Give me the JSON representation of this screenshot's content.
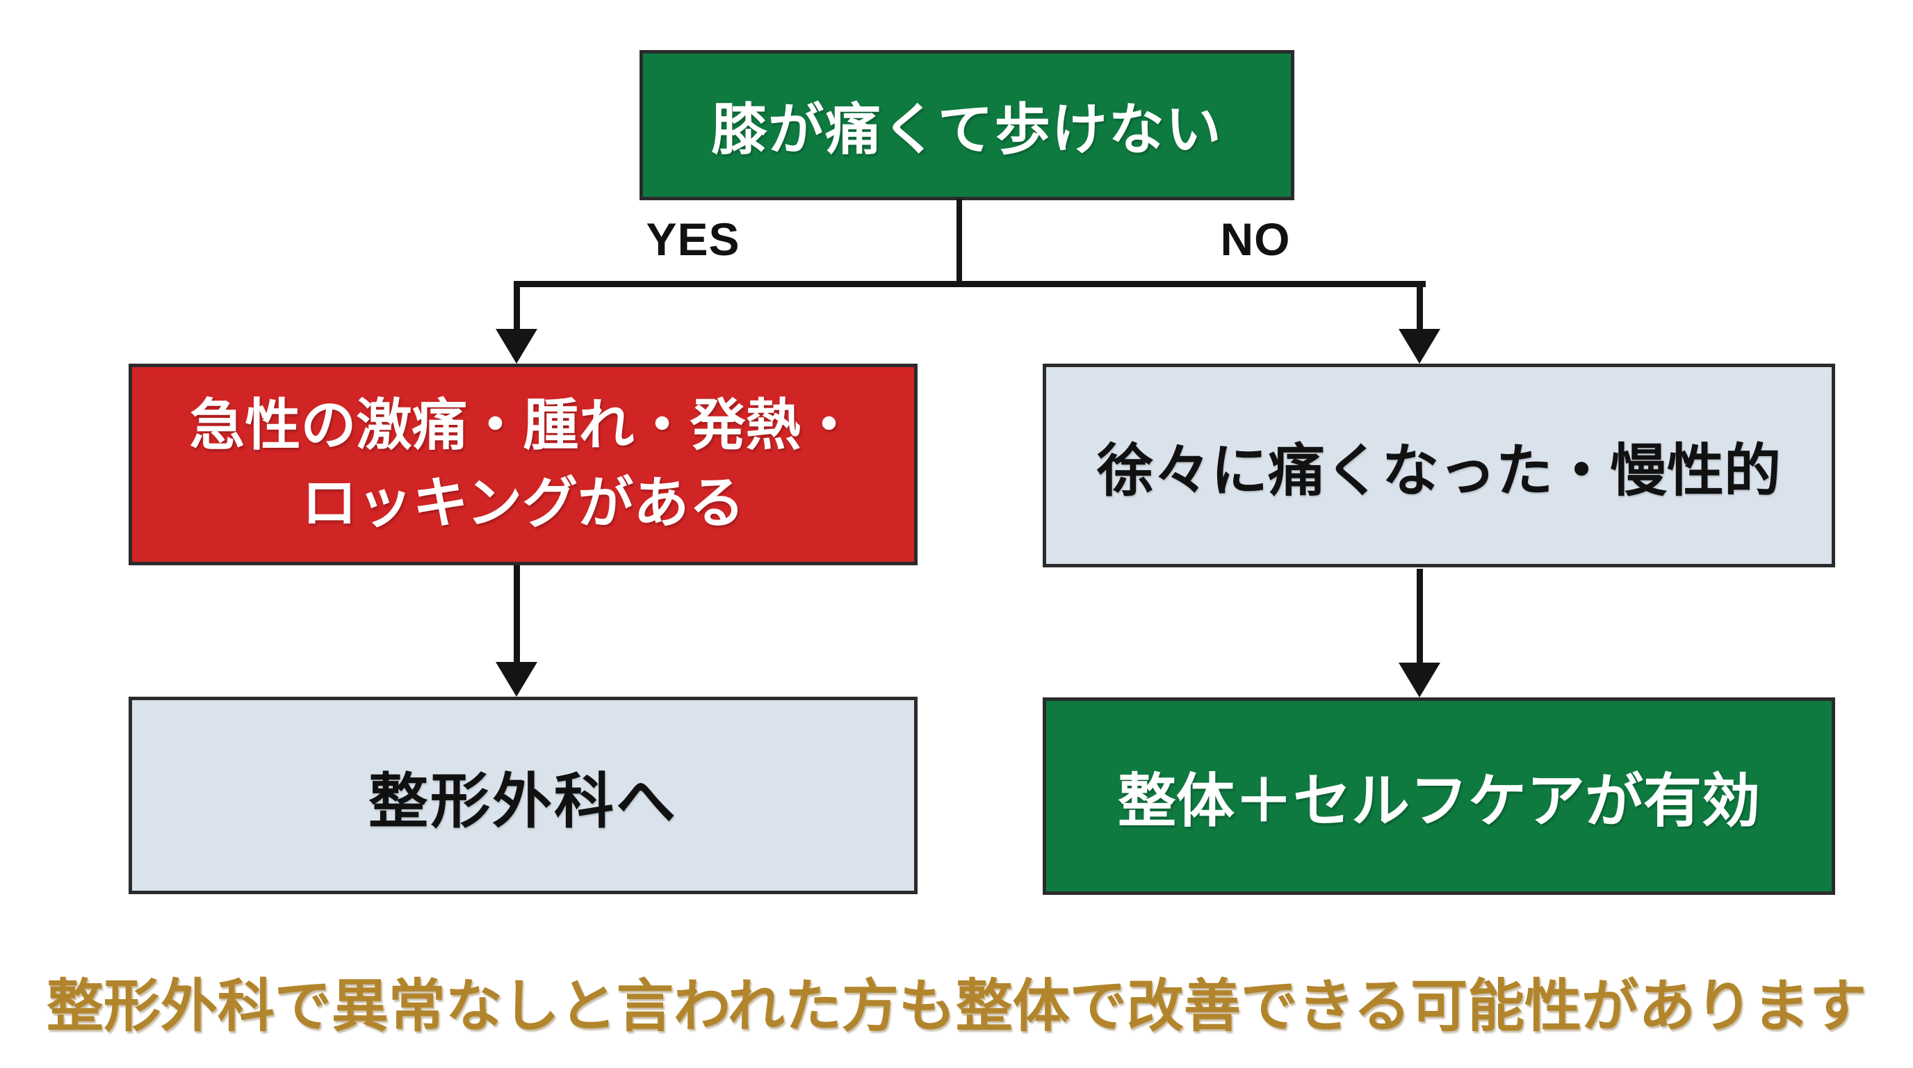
{
  "nodes": {
    "root": {
      "label": "膝が痛くて歩けない"
    },
    "acute": {
      "line1": "急性の激痛・腫れ・発熱・",
      "line2": "ロッキングがある"
    },
    "chronic": {
      "label": "徐々に痛くなった・慢性的"
    },
    "orthopedics": {
      "label": "整形外科へ"
    },
    "seitai": {
      "label": "整体＋セルフケアが有効"
    }
  },
  "branches": {
    "yes": "YES",
    "no": "NO"
  },
  "footer": {
    "label": "整形外科で異常なしと言われた方も整体で改善できる可能性があります"
  },
  "colors": {
    "green": "#0e7a40",
    "red": "#d02425",
    "light": "#dae3ec",
    "gold": "#b2852c",
    "line": "#141414",
    "border": "#2b2b2b",
    "background": "#ffffff",
    "text_dark": "#111111",
    "text_light": "#ffffff"
  }
}
